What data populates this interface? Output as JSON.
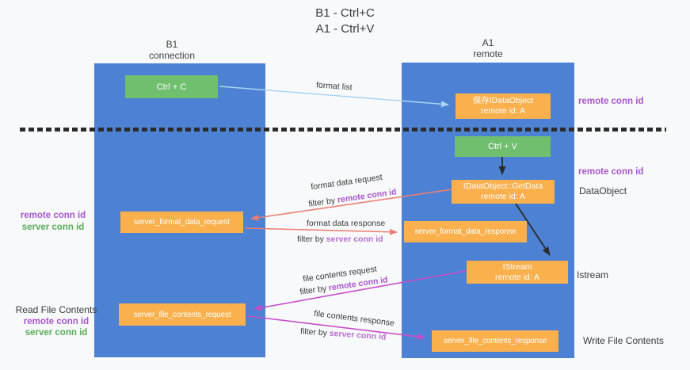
{
  "title": {
    "line1": "B1 - Ctrl+C",
    "line2": "A1 - Ctrl+V"
  },
  "columns": {
    "left": {
      "name": "B1",
      "role": "connection"
    },
    "right": {
      "name": "A1",
      "role": "remote"
    }
  },
  "nodes": {
    "ctrl_c": "Ctrl + C",
    "ctrl_v": "Ctrl + V",
    "save_dataobject": {
      "line1": "保存IDataObject",
      "line2": "remote id: A"
    },
    "getdata": {
      "line1": "IDataObject::GetData",
      "line2": "remote id: A"
    },
    "istream": {
      "line1": "IStream",
      "line2": "remote id: A"
    },
    "format_request": "server_format_data_request",
    "format_response": "server_format_data_response",
    "file_request": "server_file_contents_request",
    "file_response": "server_file_contents_response"
  },
  "flow_labels": {
    "format_list": "format list",
    "format_data_request": "format data request",
    "format_data_response": "format data response",
    "file_contents_request": "file contents request",
    "file_contents_response": "file contents response",
    "filter_by": "filter by ",
    "remote_conn_id": "remote conn id",
    "server_conn_id": "server conn id"
  },
  "annotations": {
    "left": {
      "remote_conn_id": "remote conn id",
      "server_conn_id": "server conn id",
      "read_file_contents": "Read File Contents"
    },
    "right": {
      "remote_conn_id_top": "remote conn id",
      "remote_conn_id_mid": "remote conn id",
      "dataobject": "DataObject",
      "istream": "Istream",
      "write_file_contents": "Write File Contents"
    }
  },
  "colors": {
    "lifeline_blue": "#4d81d3",
    "node_green": "#6fbf6f",
    "node_orange": "#f9b04d",
    "arrow_light_blue": "#a9d5f4",
    "arrow_salmon": "#ec7f75",
    "arrow_magenta": "#c74ecb",
    "arrow_black": "#2b2b2b",
    "text_purple": "#a855cc",
    "text_green": "#58ad58",
    "background": "#f8f9fa"
  }
}
